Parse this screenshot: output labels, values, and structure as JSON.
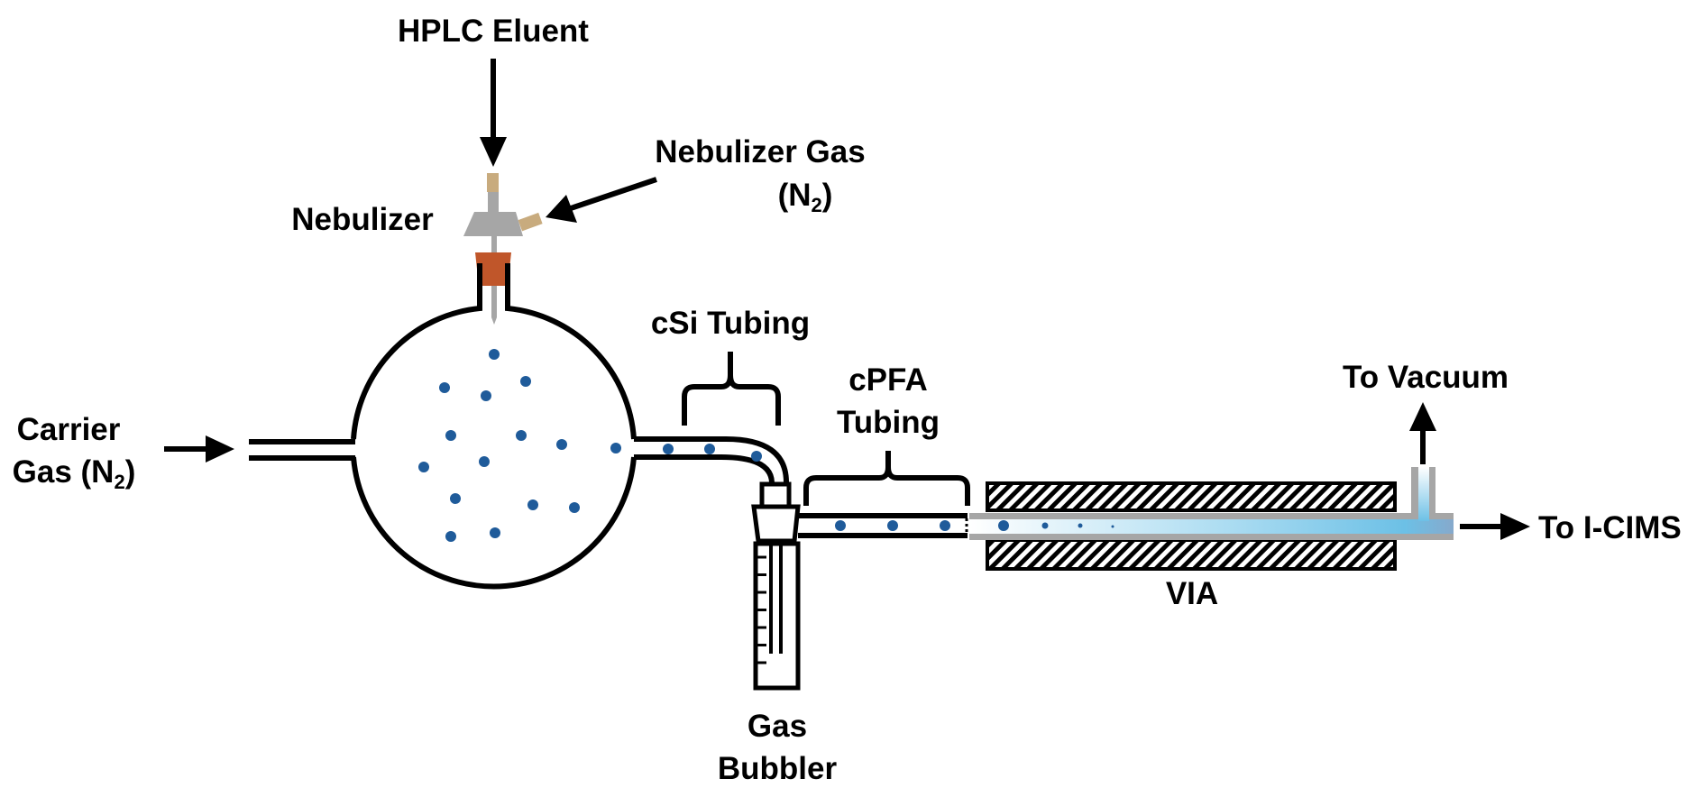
{
  "title": "HPLC nebulizer to I-CIMS sampling setup",
  "labels": {
    "hplc_eluent": "HPLC Eluent",
    "nebulizer": "Nebulizer",
    "nebulizer_gas_line1": "Nebulizer Gas",
    "nebulizer_gas_n": "(N",
    "nebulizer_gas_sub": "2",
    "nebulizer_gas_close": ")",
    "carrier_line1": "Carrier",
    "carrier_line2": "Gas (N",
    "carrier_sub": "2",
    "carrier_close": ")",
    "csi_tubing": "cSi Tubing",
    "cpfa_line1": "cPFA",
    "cpfa_line2": "Tubing",
    "gas_line1": "Gas",
    "bubbler_line2": "Bubbler",
    "via": "VIA",
    "to_vacuum": "To Vacuum",
    "to_icims": "To I-CIMS"
  },
  "colors": {
    "line": "#000000",
    "droplet": "#1f5b9a",
    "nebulizer_body": "#a6a6a6",
    "fitting": "#c8ab7e",
    "stopper": "#c0562a",
    "via_tube": "#a6a6a6",
    "gas_flow_start": "#ffffff",
    "gas_flow_end": "#6cc0e6"
  }
}
